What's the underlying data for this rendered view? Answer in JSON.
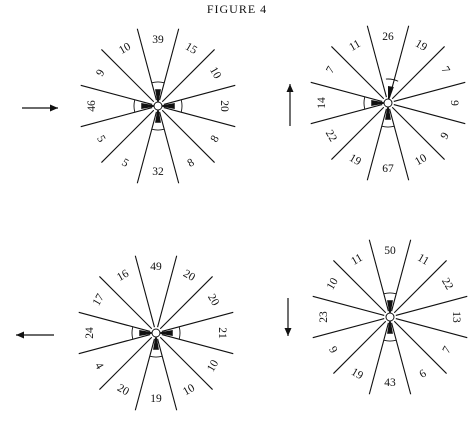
{
  "title": "FIGURE 4",
  "colors": {
    "ink": "#111111",
    "paper": "#ffffff"
  },
  "rosettes": [
    {
      "id": "top-left",
      "arrow": "right",
      "labels": [
        "39",
        "15",
        "10",
        "20",
        "8",
        "8",
        "32",
        "5",
        "5",
        "46",
        "9",
        "10"
      ],
      "rays": [
        0,
        90,
        180,
        270
      ]
    },
    {
      "id": "top-right",
      "arrow": "up",
      "labels": [
        "26",
        "19",
        "7",
        "9",
        "9",
        "10",
        "67",
        "19",
        "22",
        "14",
        "7",
        "11"
      ],
      "rays": [
        10,
        180,
        270
      ]
    },
    {
      "id": "bottom-left",
      "arrow": "left",
      "labels": [
        "49",
        "20",
        "20",
        "21",
        "10",
        "10",
        "19",
        "20",
        "4",
        "24",
        "17",
        "16"
      ],
      "rays": [
        90,
        180,
        270
      ]
    },
    {
      "id": "bottom-right",
      "arrow": "down",
      "labels": [
        "50",
        "11",
        "22",
        "13",
        "7",
        "6",
        "43",
        "19",
        "9",
        "23",
        "10",
        "11"
      ],
      "rays": [
        0,
        180
      ]
    }
  ]
}
